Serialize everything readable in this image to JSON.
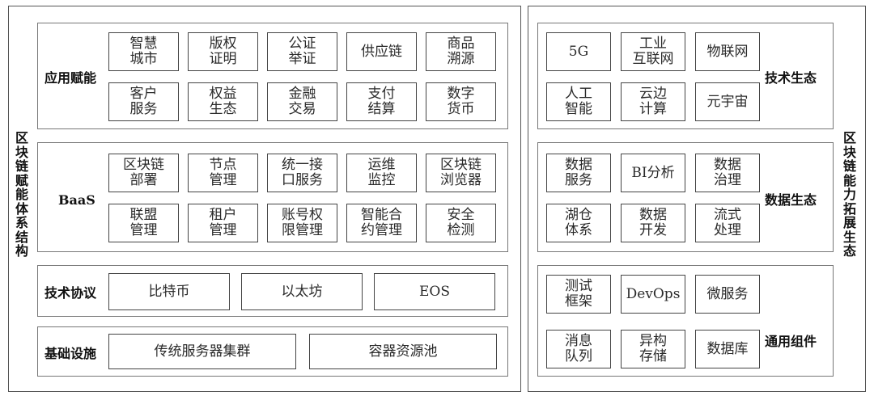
{
  "left": {
    "title": "区\n块\n链\n赋\n能\n体\n系\n结\n构",
    "app": {
      "label": "应用赋能",
      "row1": [
        "智慧\n城市",
        "版权\n证明",
        "公证\n举证",
        "供应链",
        "商品\n溯源"
      ],
      "row2": [
        "客户\n服务",
        "权益\n生态",
        "金融\n交易",
        "支付\n结算",
        "数字\n货币"
      ]
    },
    "baas": {
      "label": "BaaS",
      "row1": [
        "区块链\n部署",
        "节点\n管理",
        "统一接\n口服务",
        "运维\n监控",
        "区块链\n浏览器"
      ],
      "row2": [
        "联盟\n管理",
        "租户\n管理",
        "账号权\n限管理",
        "智能合\n约管理",
        "安全\n检测"
      ]
    },
    "protocol": {
      "label": "技术协议",
      "items": [
        "比特币",
        "以太坊",
        "EOS"
      ]
    },
    "infra": {
      "label": "基础设施",
      "items": [
        "传统服务器集群",
        "容器资源池"
      ]
    }
  },
  "right": {
    "title": "区\n块\n链\n能\n力\n拓\n展\n生\n态",
    "tech": {
      "label": "技术生态",
      "row1": [
        "5G",
        "工业\n互联网",
        "物联网"
      ],
      "row2": [
        "人工\n智能",
        "云边\n计算",
        "元宇宙"
      ]
    },
    "data": {
      "label": "数据生态",
      "row1": [
        "数据\n服务",
        "BI分析",
        "数据\n治理"
      ],
      "row2": [
        "湖仓\n体系",
        "数据\n开发",
        "流式\n处理"
      ]
    },
    "common": {
      "label": "通用组件",
      "row1": [
        "测试\n框架",
        "DevOps",
        "微服务"
      ],
      "row2": [
        "消息\n队列",
        "异构\n存储",
        "数据库"
      ]
    }
  }
}
